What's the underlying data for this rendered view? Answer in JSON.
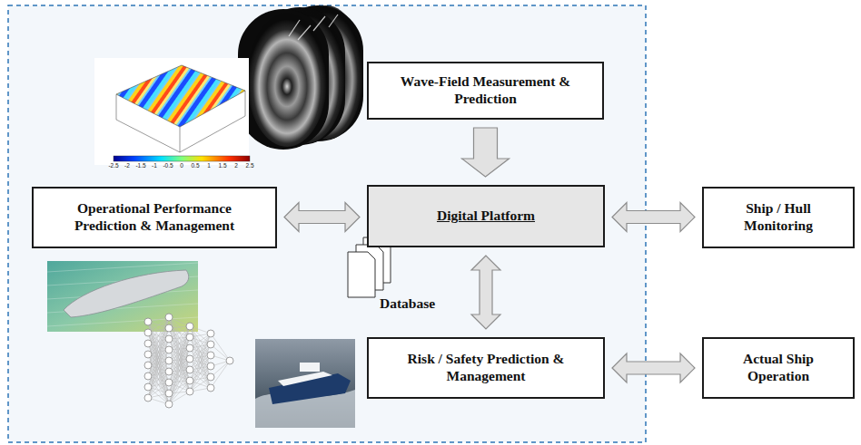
{
  "diagram": {
    "nodes": [
      {
        "text": [
          "Wave-Field Measurement & Prediction"
        ]
      },
      {
        "text": [
          "Operational Performance Prediction & Management"
        ]
      },
      {
        "text": [
          "Digital Platform"
        ]
      },
      {
        "text": [
          "Ship / Hull Monitoring"
        ]
      },
      {
        "text": [
          "Risk / Safety Prediction & Management"
        ]
      },
      {
        "text": [
          "Actual Ship Operation"
        ]
      }
    ],
    "edges": [
      {
        "from": 0,
        "to": 2,
        "arrow": "to"
      },
      {
        "from": 1,
        "to": 2,
        "arrow": "both"
      },
      {
        "from": 2,
        "to": 3,
        "arrow": "both"
      },
      {
        "from": 2,
        "to": 4,
        "arrow": "both"
      },
      {
        "from": 4,
        "to": 5,
        "arrow": "both"
      }
    ],
    "labels": [
      "Database",
      "-2.5",
      "-2",
      "-1.5",
      "-1",
      "-0.5",
      "0",
      "0.5",
      "1",
      "1.5",
      "2",
      "2.5"
    ]
  }
}
